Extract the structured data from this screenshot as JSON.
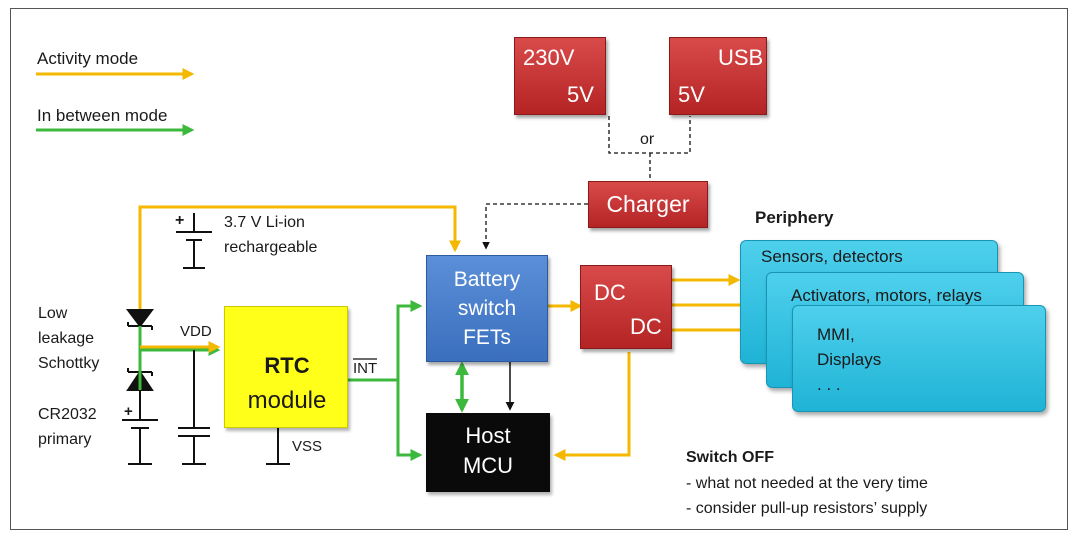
{
  "legend": {
    "activity_mode": "Activity mode",
    "in_between_mode": "In between mode"
  },
  "colors": {
    "activity": "#f5b800",
    "in_between": "#3cb83c",
    "red_block": "#c83030",
    "blue_block": "#4a80cc",
    "yellow_block": "#ffff1a",
    "cyan_block": "#2ec0e0"
  },
  "sources": {
    "mains_top": "230V",
    "mains_bottom": "5V",
    "usb_top": "USB",
    "usb_bottom": "5V",
    "or_label": "or"
  },
  "charger": "Charger",
  "battery": {
    "plus": "+",
    "label_line1": "3.7 V Li-ion",
    "label_line2": "rechargeable"
  },
  "schottky": {
    "line1": "Low",
    "line2": "leakage",
    "line3": "Schottky"
  },
  "coin_cell": {
    "plus": "+",
    "line1": "CR2032",
    "line2": "primary"
  },
  "vdd": "VDD",
  "vss": "VSS",
  "rtc": {
    "title": "RTC",
    "subtitle": "module",
    "int_signal": "INT"
  },
  "battery_switch": {
    "line1": "Battery",
    "line2": "switch",
    "line3": "FETs"
  },
  "dcdc": {
    "top": "DC",
    "bottom": "DC"
  },
  "host": {
    "line1": "Host",
    "line2": "MCU"
  },
  "periphery": {
    "title": "Periphery",
    "card1": "Sensors, detectors",
    "card2": "Activators, motors, relays",
    "card3_line1": "MMI,",
    "card3_line2": "Displays",
    "card3_line3": ". . ."
  },
  "switch_off": {
    "title": "Switch OFF",
    "line1": "- what not needed at the very time",
    "line2": "- consider pull-up resistors’ supply"
  }
}
